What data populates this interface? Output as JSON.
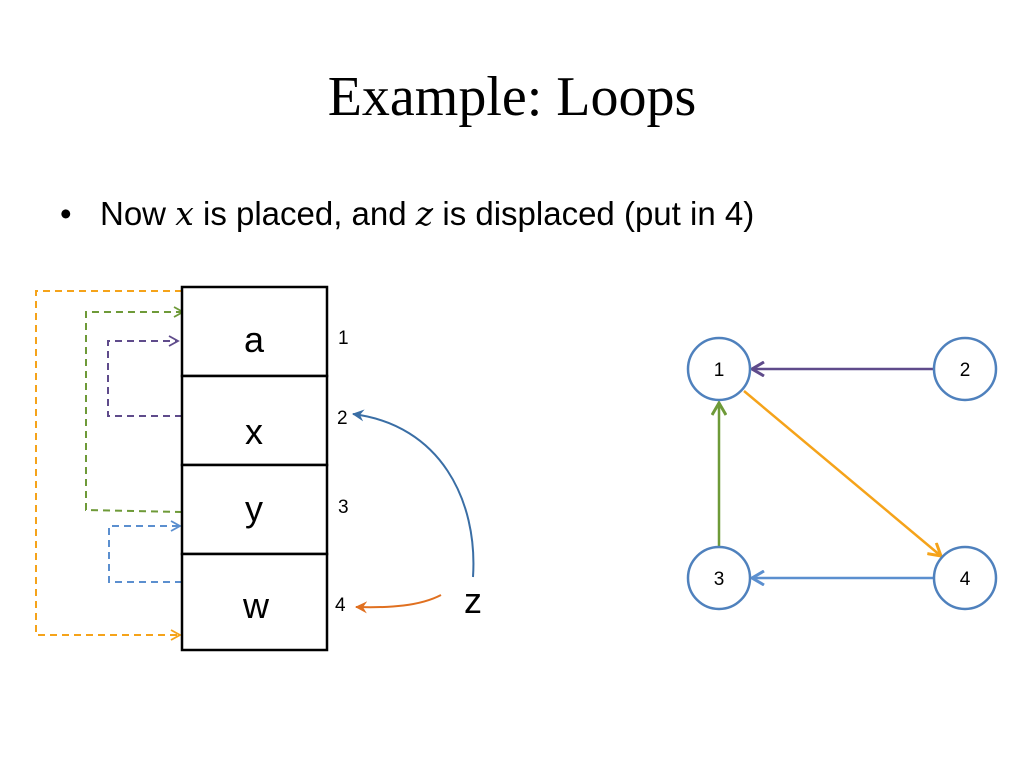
{
  "slide": {
    "title": "Example: Loops",
    "bullet": {
      "symbol": "•",
      "pre": "Now ",
      "var1": "x",
      "mid": " is placed, and ",
      "var2": "z",
      "post": " is displaced (put in 4)"
    }
  },
  "memory": {
    "cells": [
      "a",
      "x",
      "y",
      "w"
    ],
    "indices": [
      "1",
      "2",
      "3",
      "4"
    ],
    "outside_element": "z"
  },
  "graph": {
    "nodes": [
      "1",
      "2",
      "3",
      "4"
    ],
    "edges": [
      {
        "from": "2",
        "to": "1",
        "color": "#5f4b8b"
      },
      {
        "from": "1",
        "to": "4",
        "color": "#f5a31a"
      },
      {
        "from": "3",
        "to": "1",
        "color": "#6e9a38"
      },
      {
        "from": "4",
        "to": "3",
        "color": "#5b8fcf"
      }
    ],
    "node_stroke_color": "#4f81bd"
  },
  "colors": {
    "orange_loop": "#f5a31a",
    "green_loop": "#6e9a38",
    "purple_loop": "#5f4b8b",
    "blue_loop": "#5b8fcf",
    "z_to_2_arrow": "#3a6ea5",
    "z_to_4_arrow": "#e07020"
  }
}
